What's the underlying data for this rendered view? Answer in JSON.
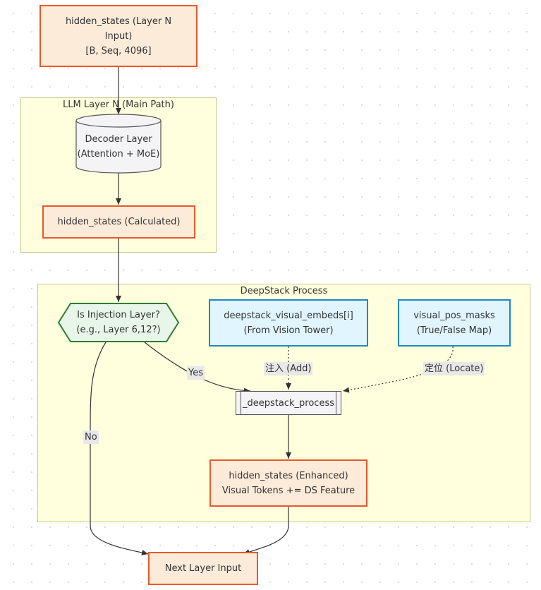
{
  "clusters": {
    "llm_layer": {
      "title": "LLM Layer N (Main Path)"
    },
    "deepstack": {
      "title": "DeepStack Process"
    }
  },
  "nodes": {
    "input": {
      "line1": "hidden_states (Layer N",
      "line2": "Input)",
      "line3": "[B, Seq, 4096]"
    },
    "decoder": {
      "line1": "Decoder Layer",
      "line2": "(Attention + MoE)"
    },
    "calculated": {
      "line1": "hidden_states (Calculated)"
    },
    "injection": {
      "line1": "Is Injection Layer?",
      "line2": "(e.g., Layer 6,12?)"
    },
    "embeds": {
      "line1": "deepstack_visual_embeds[i]",
      "line2": "(From Vision Tower)"
    },
    "masks": {
      "line1": "visual_pos_masks",
      "line2": "(True/False Map)"
    },
    "process": {
      "line1": "_deepstack_process"
    },
    "enhanced": {
      "line1": "hidden_states (Enhanced)",
      "line2": "Visual Tokens += DS Feature"
    },
    "next": {
      "line1": "Next Layer Input"
    }
  },
  "edges": {
    "yes": "Yes",
    "no": "No",
    "add": "注入 (Add)",
    "locate": "定位 (Locate)"
  },
  "colors": {
    "cluster_fill": "#ffffde",
    "cluster_border": "#c6c68a",
    "orange_border": "#e8582a",
    "orange_fill": "#fdebd9",
    "blue_border": "#1e88c8",
    "blue_fill": "#e1f5fe",
    "green_border": "#2e7d32",
    "green_fill": "#e8f5e9"
  }
}
